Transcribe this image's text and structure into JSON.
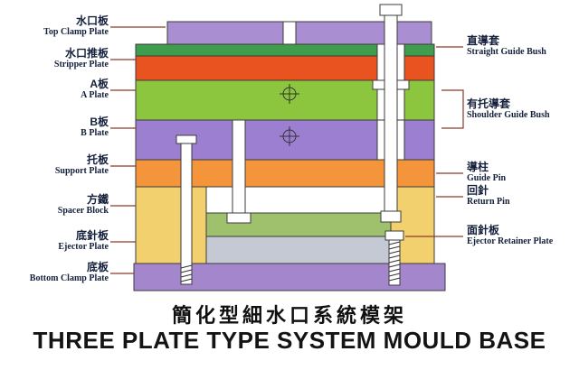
{
  "title": {
    "chinese": "簡化型細水口系統模架",
    "english": "THREE PLATE TYPE SYSTEM MOULD BASE"
  },
  "labels_left": [
    {
      "zh": "水口板",
      "en": "Top Clamp Plate"
    },
    {
      "zh": "水口推板",
      "en": "Stripper Plate"
    },
    {
      "zh": "A板",
      "en": "A Plate"
    },
    {
      "zh": "B板",
      "en": "B Plate"
    },
    {
      "zh": "托板",
      "en": "Support Plate"
    },
    {
      "zh": "方鐵",
      "en": "Spacer Block"
    },
    {
      "zh": "底針板",
      "en": "Ejector Plate"
    },
    {
      "zh": "底板",
      "en": "Bottom Clamp Plate"
    }
  ],
  "labels_right": [
    {
      "zh": "直導套",
      "en": "Straight Guide Bush"
    },
    {
      "zh": "有托導套",
      "en": "Shoulder Guide Bush"
    },
    {
      "zh": "導柱",
      "en": "Guide Pin"
    },
    {
      "zh": "回針",
      "en": "Return Pin"
    },
    {
      "zh": "面針板",
      "en": "Ejector Retainer Plate"
    }
  ],
  "colors": {
    "top_clamp_plate": "#a98fd2",
    "stripper_top_strip": "#3f9e4d",
    "stripper_plate": "#e8531f",
    "a_plate": "#8cc63f",
    "b_plate": "#9d7fd1",
    "support_plate": "#f5953b",
    "spacer_block": "#f3d06e",
    "ejector_retainer_plate": "#9fc06c",
    "ejector_plate": "#c4c9d4",
    "bottom_clamp_plate": "#a486cc"
  }
}
